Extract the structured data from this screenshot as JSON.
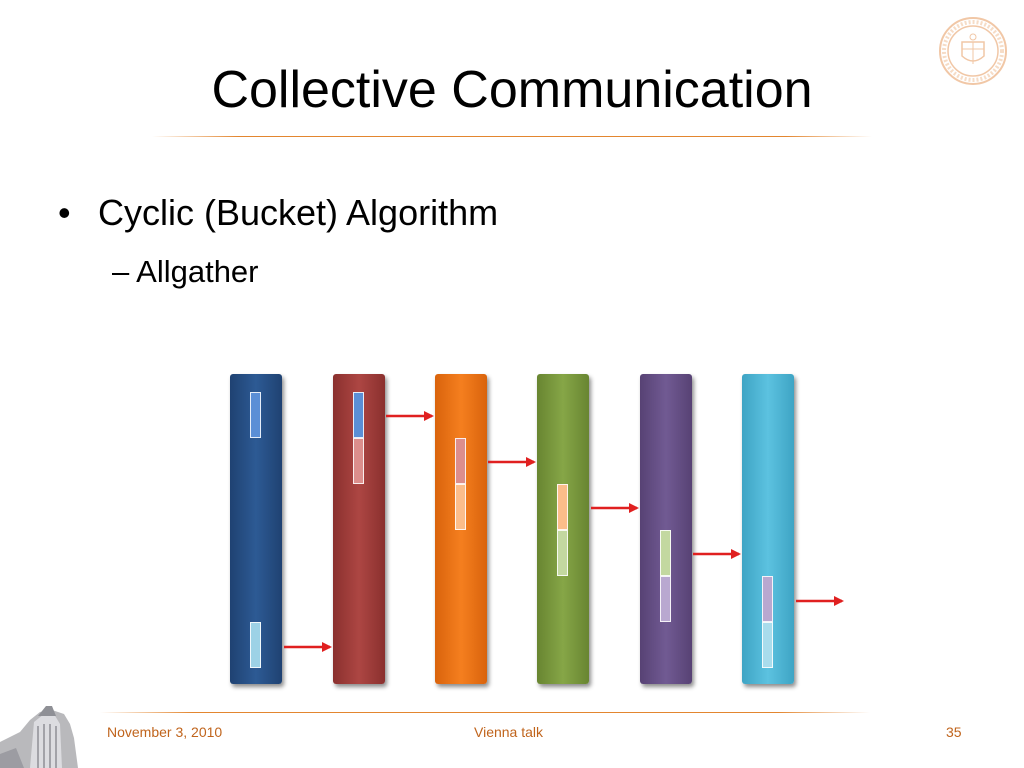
{
  "slide": {
    "title": "Collective Communication",
    "bullet": "Cyclic (Bucket) Algorithm",
    "subbullet": "– Allgather"
  },
  "footer": {
    "date": "November 3, 2010",
    "talk": "Vienna talk",
    "page": "35"
  },
  "colors": {
    "accent_rule": "#e3862f",
    "footer_text": "#c0641c",
    "arrow": "#e02020",
    "bar1": "#2a5186",
    "bar2": "#a03c3a",
    "bar3": "#f07416",
    "bar4": "#7b9b3e",
    "bar5": "#665087",
    "bar6": "#50b7d6"
  },
  "icons": [
    "university-seal-icon",
    "university-tower-icon",
    "arrow-right-icon"
  ]
}
